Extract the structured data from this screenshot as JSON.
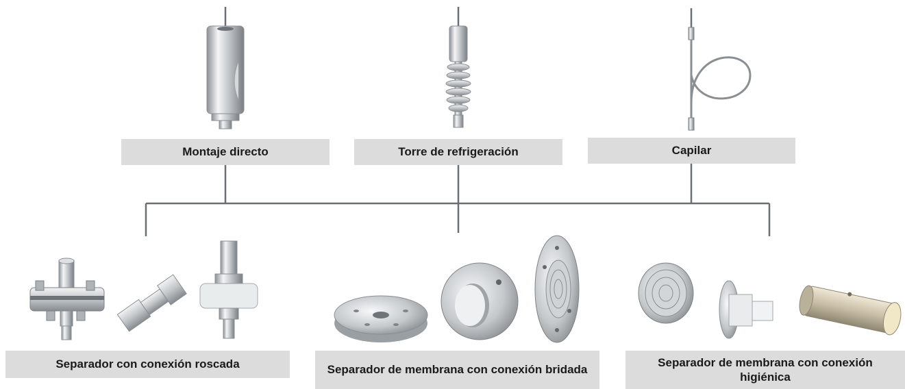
{
  "top_options": [
    {
      "label": "Montaje directo",
      "icon": "direct-mount-icon"
    },
    {
      "label": "Torre de refrigeración",
      "icon": "cooling-tower-icon"
    },
    {
      "label": "Capilar",
      "icon": "capillary-icon"
    }
  ],
  "bottom_options": [
    {
      "label": "Separador con conexión roscada",
      "icon": "threaded-seal-icon"
    },
    {
      "label": "Separador de membrana con conexión bridada",
      "icon": "flanged-seal-icon"
    },
    {
      "label": "Separador de membrana con conexión higiénica",
      "icon": "hygienic-seal-icon"
    }
  ],
  "colors": {
    "connector": "#6b6f73",
    "label_bg": "#dcdcdc",
    "label_text": "#1a1a1a",
    "metal_light": "#eef0f1",
    "metal_mid": "#b9bec2",
    "metal_dark": "#7d8287"
  }
}
